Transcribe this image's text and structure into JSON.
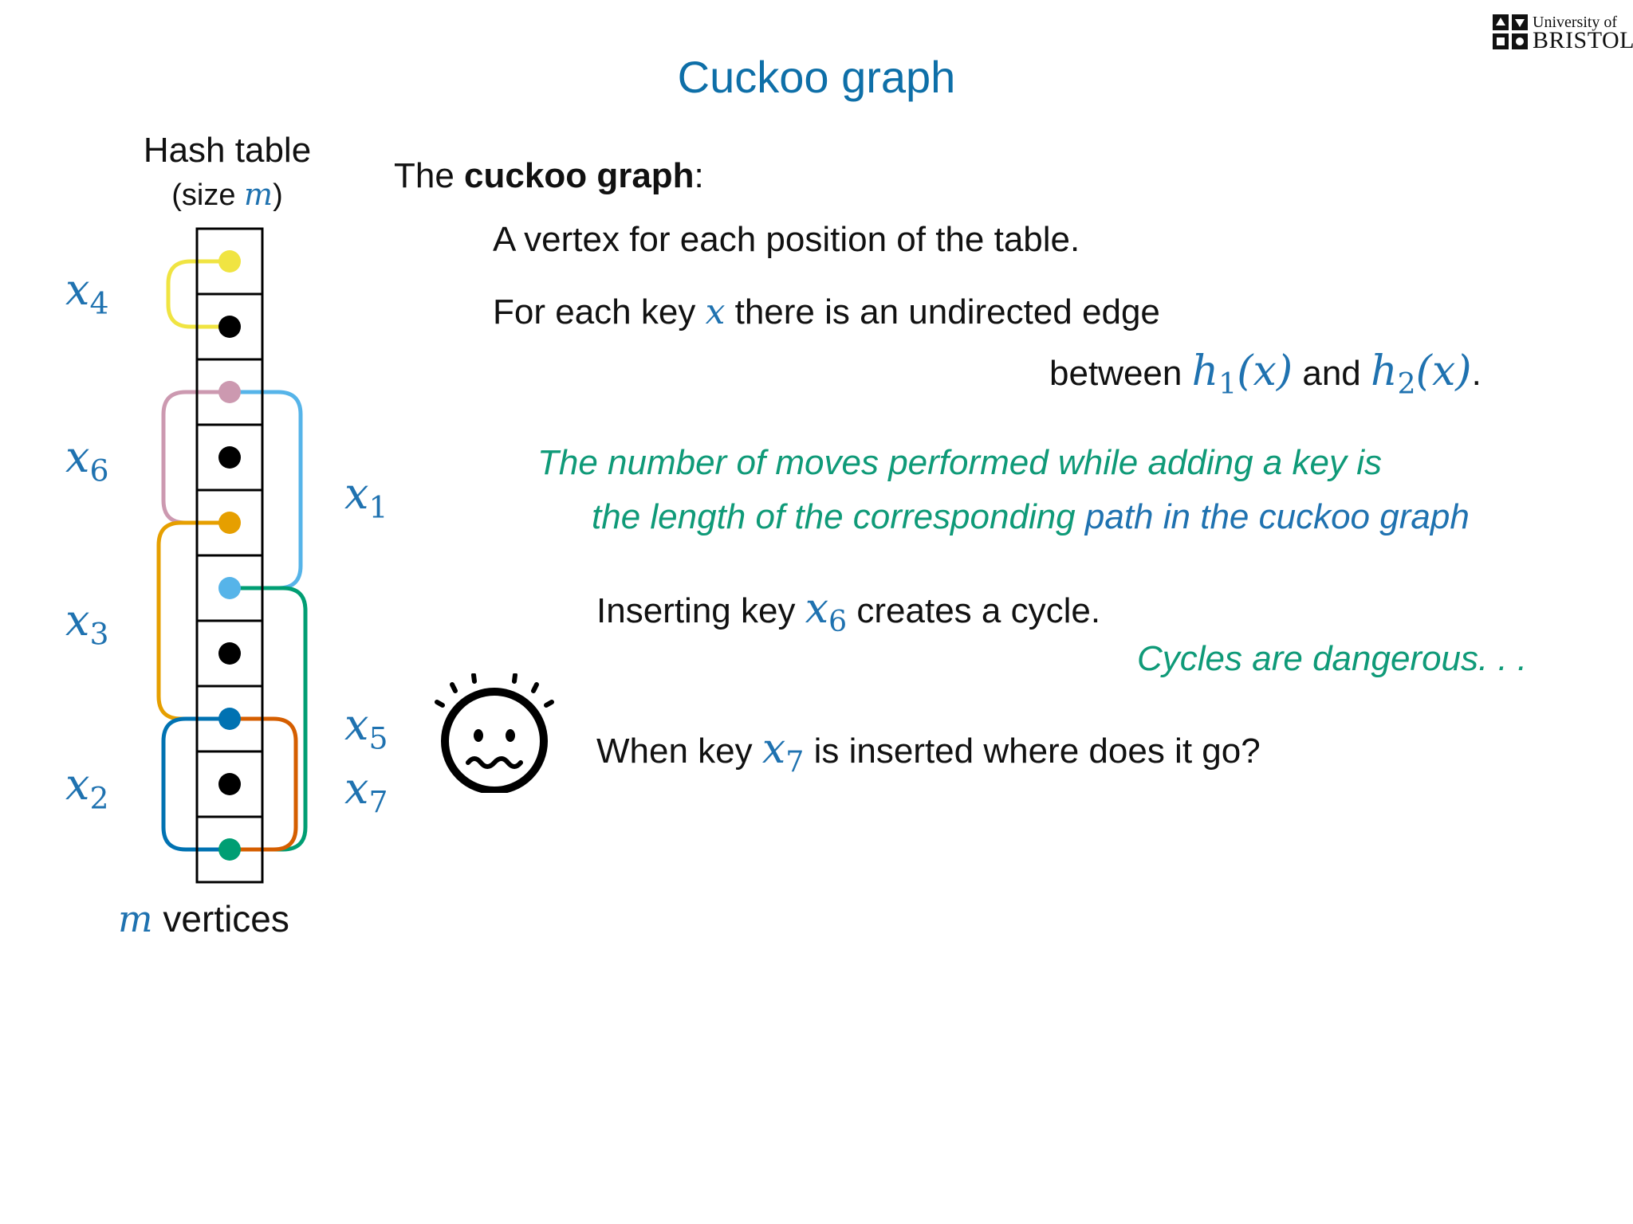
{
  "slide": {
    "title": "Cuckoo graph",
    "logo": {
      "line1": "University of",
      "line2": "BRISTOL"
    }
  },
  "table": {
    "heading": "Hash table",
    "size_prefix": "(size ",
    "size_var": "m",
    "size_suffix": ")",
    "footer_var": "m",
    "footer_text": "vertices",
    "rows": 10,
    "vertex_colors": [
      "#f0e442",
      "#000000",
      "#cc99b0",
      "#000000",
      "#e69f00",
      "#56b4e9",
      "#000000",
      "#0072b2",
      "#000000",
      "#009e73"
    ]
  },
  "edges": [
    {
      "key": "x",
      "sub": "4",
      "rows": [
        0,
        1
      ],
      "side": "left",
      "color": "#f0e442"
    },
    {
      "key": "x",
      "sub": "6",
      "rows": [
        2,
        4
      ],
      "side": "left",
      "color": "#cc99b0"
    },
    {
      "key": "x",
      "sub": "3",
      "rows": [
        4,
        7
      ],
      "side": "left",
      "color": "#e69f00"
    },
    {
      "key": "x",
      "sub": "2",
      "rows": [
        7,
        9
      ],
      "side": "left",
      "color": "#0072b2"
    },
    {
      "key": "x",
      "sub": "1",
      "rows": [
        2,
        5
      ],
      "side": "right",
      "color": "#56b4e9"
    },
    {
      "key": "x",
      "sub": "5",
      "rows": [
        5,
        9
      ],
      "side": "right",
      "color": "#009e73"
    },
    {
      "key": "x",
      "sub": "7",
      "rows": [
        7,
        9
      ],
      "side": "right",
      "color": "#d55e00"
    }
  ],
  "text": {
    "intro_prefix": "The ",
    "intro_bold": "cuckoo graph",
    "intro_suffix": ":",
    "vertex_line": "A vertex for each position of the table.",
    "edge_line1_prefix": "For each key ",
    "edge_line1_var": "x",
    "edge_line1_suffix": " there is an undirected edge",
    "edge_line2_prefix": "between ",
    "edge_line2_h1": "h",
    "edge_line2_h1_sub": "1",
    "edge_line2_h1_arg": "(x)",
    "edge_line2_and": " and ",
    "edge_line2_h2": "h",
    "edge_line2_h2_sub": "2",
    "edge_line2_h2_arg": "(x)",
    "edge_line2_end": ".",
    "moves_line1": "The number of moves performed while adding a key is",
    "moves_line2_a": "the length of the corresponding ",
    "moves_line2_b": "path in the cuckoo graph",
    "insert_x6_prefix": "Inserting key ",
    "insert_x6_var": "x",
    "insert_x6_sub": "6",
    "insert_x6_suffix": " creates a cycle.",
    "danger": "Cycles are dangerous. . .",
    "x7_prefix": "When key ",
    "x7_var": "x",
    "x7_sub": "7",
    "x7_suffix": " is inserted where does it go?"
  },
  "icons": {
    "worried_face": "worried-face-icon"
  }
}
